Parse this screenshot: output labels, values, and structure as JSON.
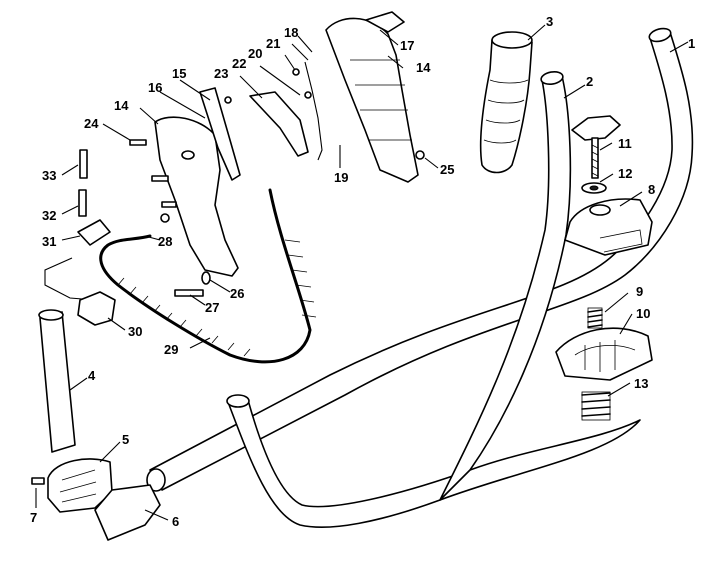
{
  "callouts": [
    {
      "id": "c1",
      "number": "1"
    },
    {
      "id": "c2",
      "number": "2"
    },
    {
      "id": "c3",
      "number": "3"
    },
    {
      "id": "c4",
      "number": "4"
    },
    {
      "id": "c5",
      "number": "5"
    },
    {
      "id": "c6",
      "number": "6"
    },
    {
      "id": "c7",
      "number": "7"
    },
    {
      "id": "c8",
      "number": "8"
    },
    {
      "id": "c9",
      "number": "9"
    },
    {
      "id": "c10",
      "number": "10"
    },
    {
      "id": "c11",
      "number": "11"
    },
    {
      "id": "c12",
      "number": "12"
    },
    {
      "id": "c13",
      "number": "13"
    },
    {
      "id": "c14a",
      "number": "14"
    },
    {
      "id": "c14b",
      "number": "14"
    },
    {
      "id": "c15",
      "number": "15"
    },
    {
      "id": "c16",
      "number": "16"
    },
    {
      "id": "c17",
      "number": "17"
    },
    {
      "id": "c18",
      "number": "18"
    },
    {
      "id": "c19",
      "number": "19"
    },
    {
      "id": "c20",
      "number": "20"
    },
    {
      "id": "c21",
      "number": "21"
    },
    {
      "id": "c22",
      "number": "22"
    },
    {
      "id": "c23",
      "number": "23"
    },
    {
      "id": "c24",
      "number": "24"
    },
    {
      "id": "c25",
      "number": "25"
    },
    {
      "id": "c26",
      "number": "26"
    },
    {
      "id": "c27",
      "number": "27"
    },
    {
      "id": "c28",
      "number": "28"
    },
    {
      "id": "c29",
      "number": "29"
    },
    {
      "id": "c30",
      "number": "30"
    },
    {
      "id": "c31",
      "number": "31"
    },
    {
      "id": "c32",
      "number": "32"
    },
    {
      "id": "c33",
      "number": "33"
    }
  ]
}
